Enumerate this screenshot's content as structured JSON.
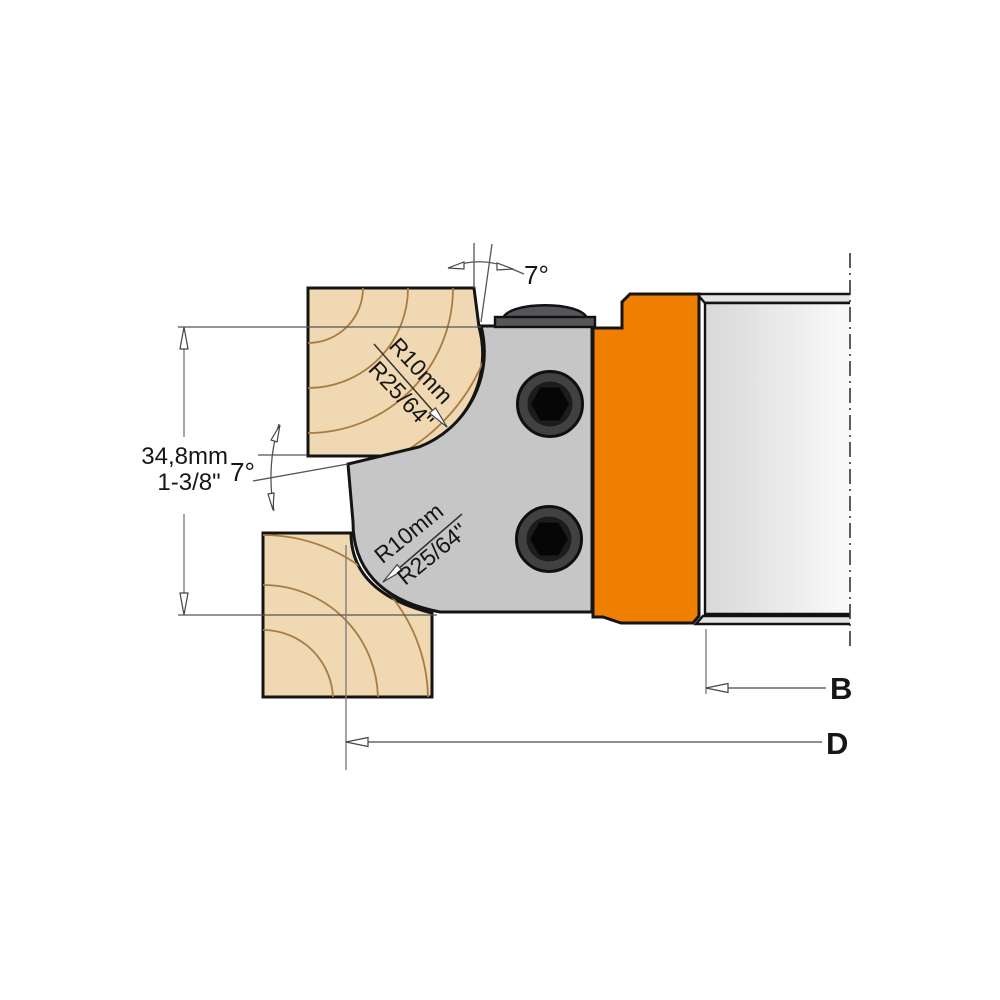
{
  "diagram": {
    "type": "cutter-head-cross-section",
    "labels": {
      "height_metric": "34,8mm",
      "height_imperial": "1-3/8\"",
      "angle_top": "7°",
      "angle_side": "7°",
      "radius_top_metric": "R10mm",
      "radius_top_imperial": "R25/64\"",
      "radius_bottom_metric": "R10mm",
      "radius_bottom_imperial": "R25/64\"",
      "dim_bore": "B",
      "dim_diameter": "D"
    },
    "colors": {
      "orange": "#EE7F00",
      "wood": "#EFD8B2",
      "wood_grain": "#A87C45",
      "insert_gray": "#C6C6C7",
      "screw_ring": "#414143",
      "screw_well": "#1C1C1E",
      "screw_hex": "#060606",
      "clamp_dark": "#55565A",
      "shaft_left": "#D8D8D8",
      "shaft_right": "#FAFAFA",
      "lip_gray": "#E4E4E4"
    }
  }
}
